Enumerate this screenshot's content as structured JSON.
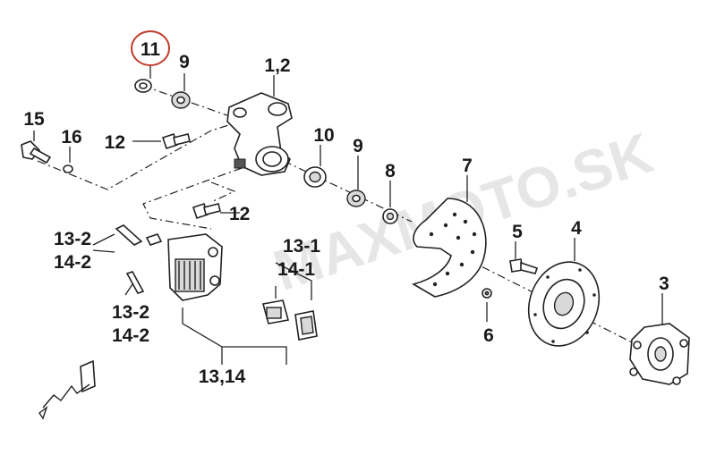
{
  "watermark": "MAXMOTO.SK",
  "highlight_color": "#c0392b",
  "callouts": {
    "p11": "11",
    "p9a": "9",
    "p12": "1,2",
    "p15": "15",
    "p16": "16",
    "p12a": "12",
    "p10": "10",
    "p9b": "9",
    "p8": "8",
    "p7": "7",
    "p12b": "12",
    "p132a": "13-2",
    "p142a": "14-2",
    "p131": "13-1",
    "p141": "14-1",
    "p132b": "13-2",
    "p142b": "14-2",
    "p1314": "13,14",
    "p5": "5",
    "p4": "4",
    "p6": "6",
    "p3": "3"
  }
}
